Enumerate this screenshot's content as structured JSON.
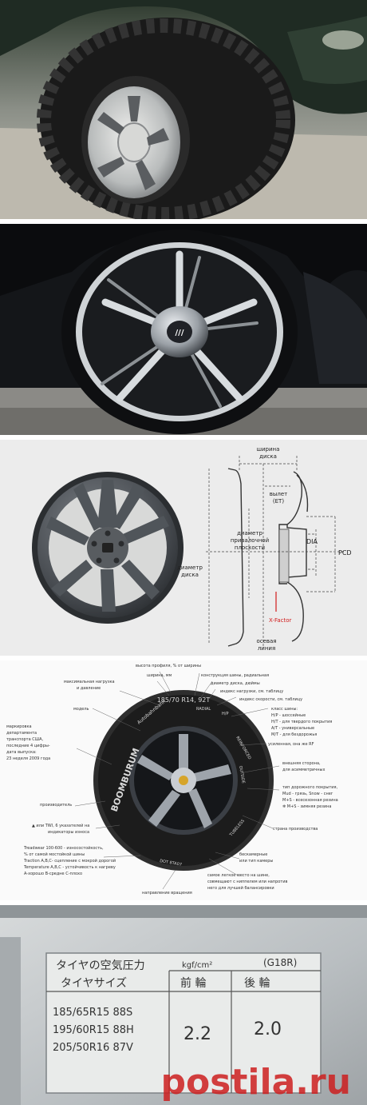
{
  "rim_diagram": {
    "width_label": [
      "ширина",
      "диска"
    ],
    "offset_label": [
      "вылет",
      "(ET)"
    ],
    "mount_plane_label": [
      "диаметр",
      "привалочной",
      "плоскости"
    ],
    "dia_label": "DIA",
    "pcd_label": "PCD",
    "disk_diameter_label": [
      "диаметр",
      "диска"
    ],
    "xfactor_label": "X-Factor",
    "axis_label": [
      "осевая",
      "линия"
    ],
    "colors": {
      "xfactor": "#d11a1a",
      "line": "#333333"
    }
  },
  "tire_markings": {
    "tire_text": {
      "size": "185/70 R14, 92T",
      "brand": "BOOMBURUM",
      "model": "Autobahnbahn",
      "radial": "RADIAL",
      "hp": "H/P",
      "reinforced": "REINFORCED",
      "outside": "OUTSIDE",
      "tubeless": "TUBELESS",
      "dot": "DOT 8TA07"
    },
    "labels": [
      "высота профиля, % от ширины",
      "ширина, мм",
      "конструкция шины, радиальная",
      "максимальная нагрузка",
      "и давление",
      "диаметр диска, дюймы",
      "индекс нагрузки, см. таблицу",
      "индекс скорости, см. таблицу",
      "модель",
      "класс шины:",
      "H/P - шоссейные",
      "H/T - для твердого покрытия",
      "A/T - универсальные",
      "M/T - для бездорожья",
      "маркировка",
      "департамента",
      "транспорта США,",
      "последние 4 цифры-",
      "дата выпуска:",
      "23 неделя 2009 года",
      "усиленная, она же RF",
      "внешняя сторона,",
      "для асимметричных",
      "тип дорожного покрытия,",
      "Mud - грязь, Snow - снег",
      "M+S - всесезонная резина",
      "❄ M+S - зимняя резина",
      "производитель",
      "страна производства",
      "▲ или TWI, 6 указателей на",
      "индикаторы износа",
      "бескамерные",
      "или тип камеры",
      "Treadwear 100-600 - износостойкость,",
      "% от самой мостойкой шины",
      "Traction A,B,C- сцепление с мокрой дорогой",
      "Temperature A,B,C - устойчивость к нагреву",
      "A-хорошо B-средне C-плохо",
      "самое легкое место на шине,",
      "совмещают с ниппелем или напротив",
      "него для лучшей балансировки",
      "направление вращения"
    ]
  },
  "pressure_label": {
    "title": "タイヤの空気圧力",
    "unit": "kgf/cm²",
    "model_code": "(G18R)",
    "col_size": "タイヤサイズ",
    "col_front": "前 輪",
    "col_rear": "後 輪",
    "sizes": [
      "185/65R15  88S",
      "195/60R15  88H",
      "205/50R16  87V"
    ],
    "front_value": "2.2",
    "rear_value": "2.0"
  },
  "watermark": "postila.ru"
}
